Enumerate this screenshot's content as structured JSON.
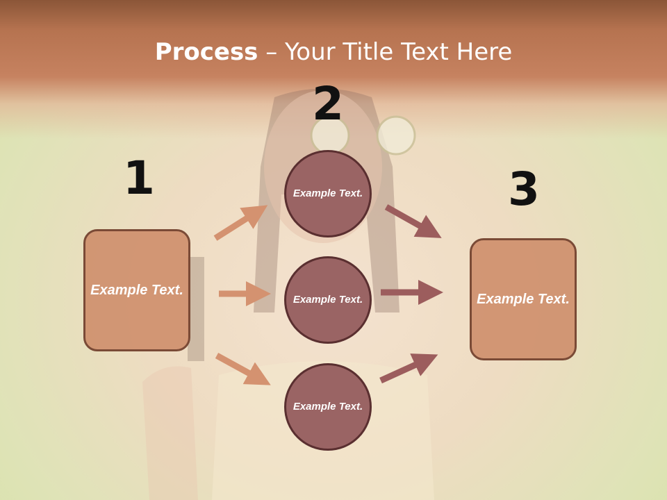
{
  "slide": {
    "title_strong": "Process",
    "title_rest": " – Your Title Text Here"
  },
  "steps": [
    {
      "number": "1",
      "box_text": "Example Text."
    },
    {
      "number": "2",
      "circles": [
        "Example Text.",
        "Example Text.",
        "Example Text."
      ]
    },
    {
      "number": "3",
      "box_text": "Example Text."
    }
  ],
  "colors": {
    "box_fill": "#cd8a66",
    "circle_fill": "#9a6464",
    "arrow_left": "#d49270",
    "arrow_right": "#9c5d5d"
  }
}
